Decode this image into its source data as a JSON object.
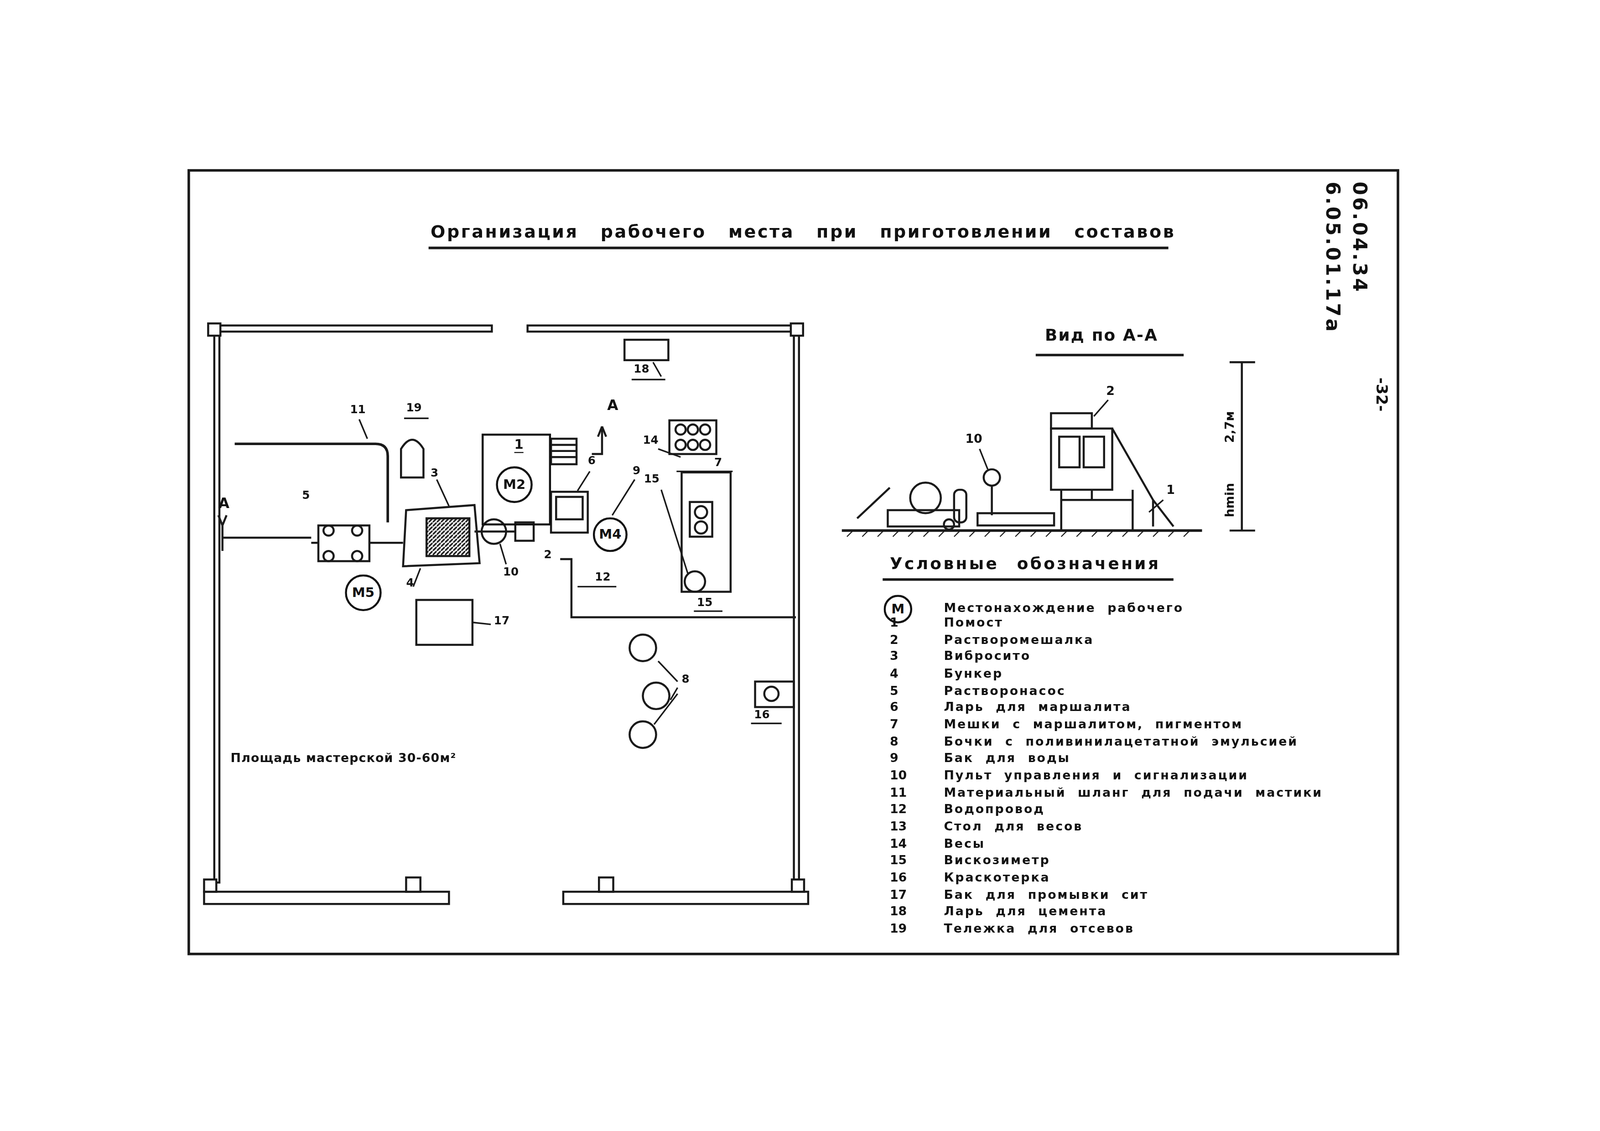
{
  "diagram": {
    "title": "Организация рабочего места при приготовлении составов",
    "nodes": [
      {
        "text": [
          "1"
        ]
      },
      {
        "text": [
          "М2"
        ],
        "in": 0
      },
      {
        "text": [
          "М4"
        ]
      },
      {
        "text": [
          "М5"
        ]
      },
      {
        "text": [
          "М"
        ]
      }
    ],
    "labels": [
      "06.04.34",
      "6.05.01.17а",
      "-32-",
      "18",
      "11",
      "19",
      "А",
      "6",
      "9",
      "7",
      "14",
      "15",
      "3",
      "5",
      "А",
      "10",
      "2",
      "12",
      "15",
      "4",
      "17",
      "8",
      "16",
      "Площадь мастерской 30-60м²",
      "Вид по А-А",
      "2",
      "10",
      "1",
      "hmin",
      "2,7м",
      "Условные обозначения",
      "1",
      "2",
      "3",
      "4",
      "5",
      "6",
      "7",
      "8",
      "9",
      "10",
      "11",
      "12",
      "13",
      "14",
      "15",
      "16",
      "17",
      "18",
      "19"
    ],
    "legend": [
      {
        "text": "Местонахождение рабочего"
      },
      {
        "text": "Помост"
      },
      {
        "text": "Растворомешалка"
      },
      {
        "text": "Вибросито"
      },
      {
        "text": "Бункер"
      },
      {
        "text": "Растворонасос"
      },
      {
        "text": "Ларь для маршалита"
      },
      {
        "text": "Мешки с маршалитом, пигментом"
      },
      {
        "text": "Бочки с поливинилацетатной эмульсией"
      },
      {
        "text": "Бак для воды"
      },
      {
        "text": "Пульт управления и сигнализации"
      },
      {
        "text": "Материальный шланг для подачи мастики"
      },
      {
        "text": "Водопровод"
      },
      {
        "text": "Стол для весов"
      },
      {
        "text": "Весы"
      },
      {
        "text": "Вискозиметр"
      },
      {
        "text": "Краскотерка"
      },
      {
        "text": "Бак для промывки сит"
      },
      {
        "text": "Ларь для цемента"
      },
      {
        "text": "Тележка для отсевов"
      }
    ]
  }
}
